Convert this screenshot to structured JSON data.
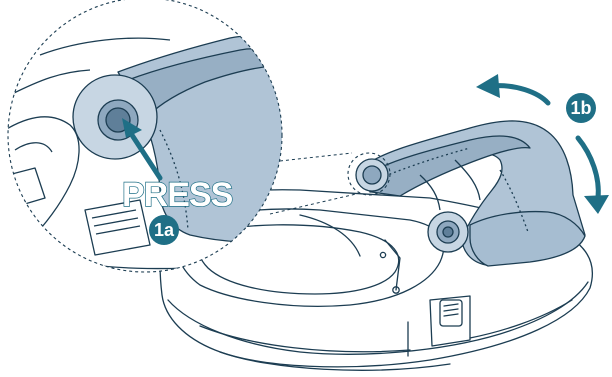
{
  "labels": {
    "press": "PRESS",
    "step_1a": "1a",
    "step_1b": "1b"
  },
  "colors": {
    "accent": "#1f6f86",
    "canopy_fill": "#b0c4d6",
    "canopy_shade": "#97afc4",
    "line": "#1c3d52"
  },
  "icons": {
    "rotate_arrow_1": "curved-arrow-left-icon",
    "rotate_arrow_2": "curved-arrow-down-icon",
    "press_arrow": "arrow-pointing-up-left-icon"
  }
}
